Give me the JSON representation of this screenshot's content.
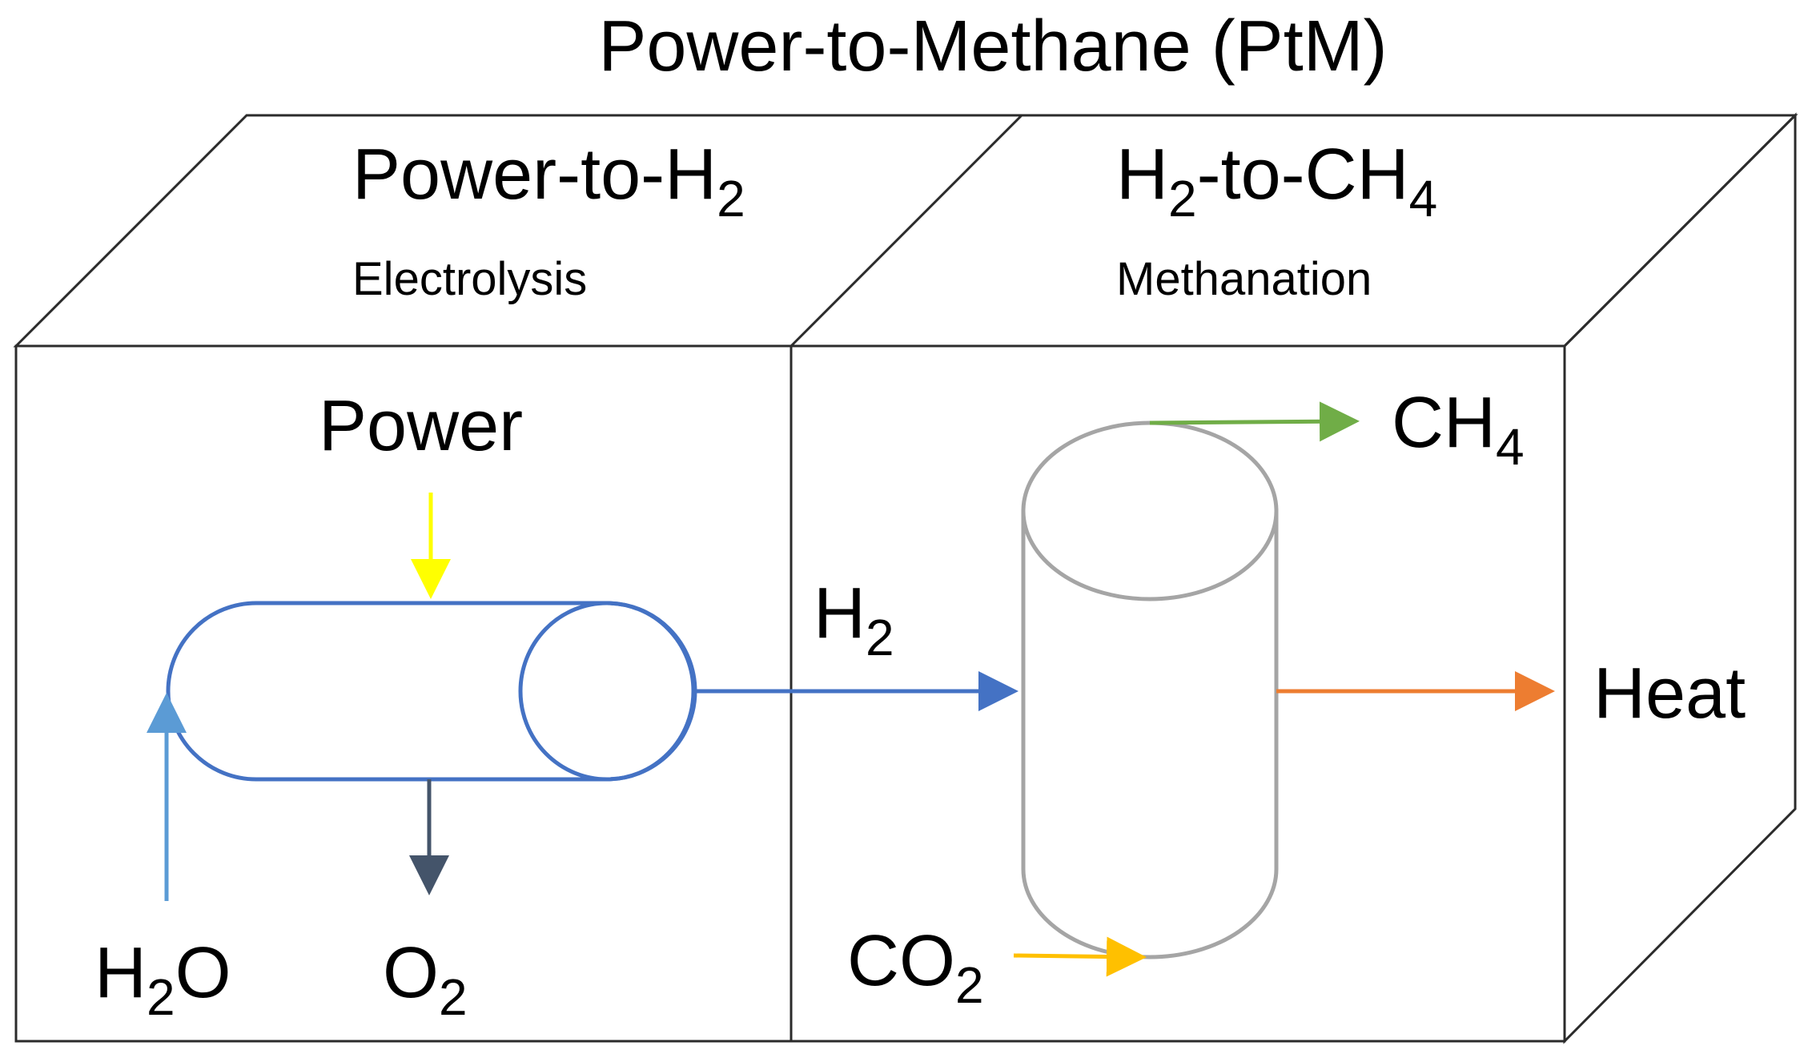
{
  "title": "Power-to-Methane (PtM)",
  "sections": {
    "left": {
      "title_main": "Power-to-H",
      "title_sub": "2",
      "subtitle": "Electrolysis"
    },
    "right": {
      "title_h": "H",
      "title_h_sub": "2",
      "title_mid": "-to-CH",
      "title_ch_sub": "4",
      "subtitle": "Methanation"
    }
  },
  "labels": {
    "power": "Power",
    "h2o_h": "H",
    "h2o_sub": "2",
    "h2o_o": "O",
    "o2_o": "O",
    "o2_sub": "2",
    "h2_h": "H",
    "h2_sub": "2",
    "ch4_ch": "CH",
    "ch4_sub": "4",
    "heat": "Heat",
    "co2_co": "CO",
    "co2_sub": "2"
  },
  "colors": {
    "frame": "#2b2b2b",
    "electrolyzer": "#4472c4",
    "power_arrow": "#ffff00",
    "water_arrow": "#5b9bd5",
    "oxygen_arrow": "#44546a",
    "hydrogen_arrow": "#4472c4",
    "reactor": "#a5a5a5",
    "methane_arrow": "#70ad47",
    "heat_arrow": "#ed7d31",
    "co2_arrow": "#ffc000"
  }
}
